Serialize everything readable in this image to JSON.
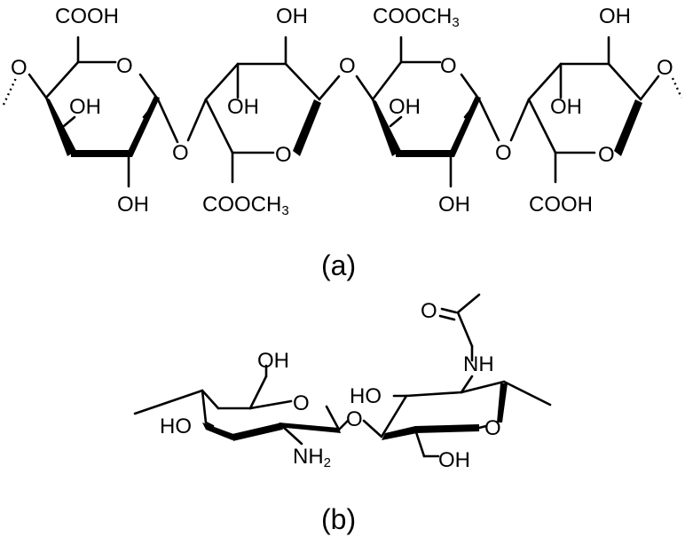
{
  "figure": {
    "panel_a": {
      "caption": "(a)",
      "labels": {
        "o_left": "O",
        "cooh_1": "COOH",
        "ring_o_1": "O",
        "oh_1a": "OH",
        "oh_1b": "OH",
        "o_link_1": "O",
        "oh_2a": "OH",
        "oh_2b": "OH",
        "ring_o_2": "O",
        "cooch3_2": "COOCH",
        "cooch3_2_sub": "3",
        "o_link_2": "O",
        "cooch3_3": "COOCH",
        "cooch3_3_sub": "3",
        "ring_o_3": "O",
        "oh_3a": "OH",
        "oh_3b": "OH",
        "o_link_3": "O",
        "oh_4a": "OH",
        "oh_4b": "OH",
        "ring_o_4": "O",
        "cooh_4": "COOH",
        "o_right": "O"
      }
    },
    "panel_b": {
      "caption": "(b)",
      "labels": {
        "oh_top": "OH",
        "ring_o_left": "O",
        "ho_left": "HO",
        "nh2": "NH",
        "nh2_sub": "2",
        "o_link": "O",
        "ho_mid": "HO",
        "nh": "NH",
        "carbonyl_o": "O",
        "ring_o_right": "O",
        "oh_bottom": "OH"
      }
    }
  }
}
